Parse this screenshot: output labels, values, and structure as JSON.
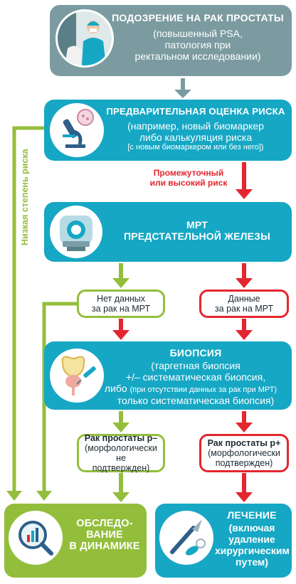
{
  "boxes": {
    "suspicion": {
      "title": "ПОДОЗРЕНИЕ НА РАК ПРОСТАТЫ",
      "lines": [
        "(повышенный PSA,",
        "патология при",
        "ректальном исследовании)"
      ]
    },
    "risk_assessment": {
      "title": "ПРЕДВАРИТЕЛЬНАЯ ОЦЕНКА РИСКА",
      "lines": [
        "(например, новый биомаркер",
        "либо калькуляция риска"
      ],
      "note": "[с новым биомаркером или без него])"
    },
    "mri": {
      "title_lines": [
        "МРТ",
        "ПРЕДСТАТЕЛЬНОЙ ЖЕЛЕЗЫ"
      ]
    },
    "biopsy": {
      "title": "БИОПСИЯ",
      "lines": [
        "(таргетная биопсия",
        "+/– систематическая биопсия,"
      ],
      "either_prefix": "либо",
      "either_note": "(при отсутствии данных за рак при МРТ)",
      "last_line": "только систематическая биопсия)"
    },
    "surveillance": {
      "title_lines": [
        "ОБСЛЕДО-",
        "ВАНИЕ",
        "В ДИНАМИКЕ"
      ]
    },
    "treatment": {
      "title": "ЛЕЧЕНИЕ",
      "lines": [
        "(включая",
        "удаление",
        "хирургическим",
        "путем)"
      ]
    }
  },
  "pills": {
    "no_data": {
      "lines": [
        "Нет данных",
        "за рак на МРТ"
      ]
    },
    "data": {
      "lines": [
        "Данные",
        "за рак на МРТ"
      ]
    },
    "p_negative": {
      "bold": "Рак простаты p–",
      "lines": [
        "(морфологически не",
        "подтвержден)"
      ]
    },
    "p_positive": {
      "bold": "Рак простаты p+",
      "lines": [
        "(морфологически",
        "подтвержден)"
      ]
    }
  },
  "labels": {
    "low_risk": "Низкая степень риска",
    "intermediate_high_risk": [
      "Промежуточный",
      "или высокий риск"
    ]
  },
  "colors": {
    "teal": "#16a7c4",
    "grey": "#7b9ba0",
    "green": "#93be3b",
    "red": "#e3262f"
  },
  "icons": [
    "doctor-patient-icon",
    "microscope-icon",
    "mri-scanner-icon",
    "bladder-prostate-syringe-icon",
    "magnifier-chart-icon",
    "scalpel-pills-icon"
  ]
}
